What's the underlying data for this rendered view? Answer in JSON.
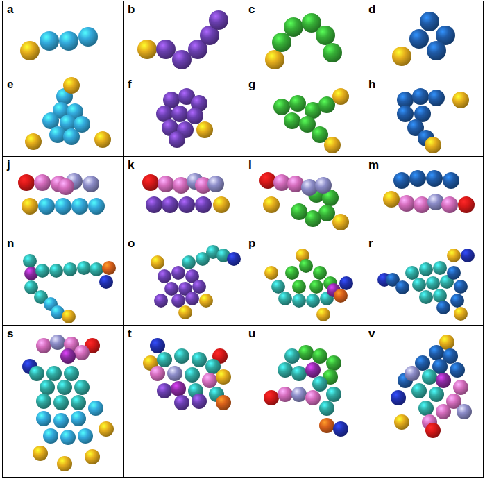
{
  "diagram": {
    "nodes": [
      {
        "text": [
          "a"
        ]
      },
      {
        "text": [
          "b"
        ]
      },
      {
        "text": [
          "c"
        ]
      },
      {
        "text": [
          "d"
        ]
      },
      {
        "text": [
          "e"
        ]
      },
      {
        "text": [
          "f"
        ]
      },
      {
        "text": [
          "g"
        ]
      },
      {
        "text": [
          "h"
        ]
      },
      {
        "text": [
          "j"
        ]
      },
      {
        "text": [
          "k"
        ]
      },
      {
        "text": [
          "l"
        ]
      },
      {
        "text": [
          "m"
        ]
      },
      {
        "text": [
          "n"
        ]
      },
      {
        "text": [
          "o"
        ]
      },
      {
        "text": [
          "p"
        ]
      },
      {
        "text": [
          "r"
        ]
      },
      {
        "text": [
          "s"
        ]
      },
      {
        "text": [
          "t"
        ]
      },
      {
        "text": [
          "u"
        ]
      },
      {
        "text": [
          "v"
        ]
      }
    ]
  }
}
